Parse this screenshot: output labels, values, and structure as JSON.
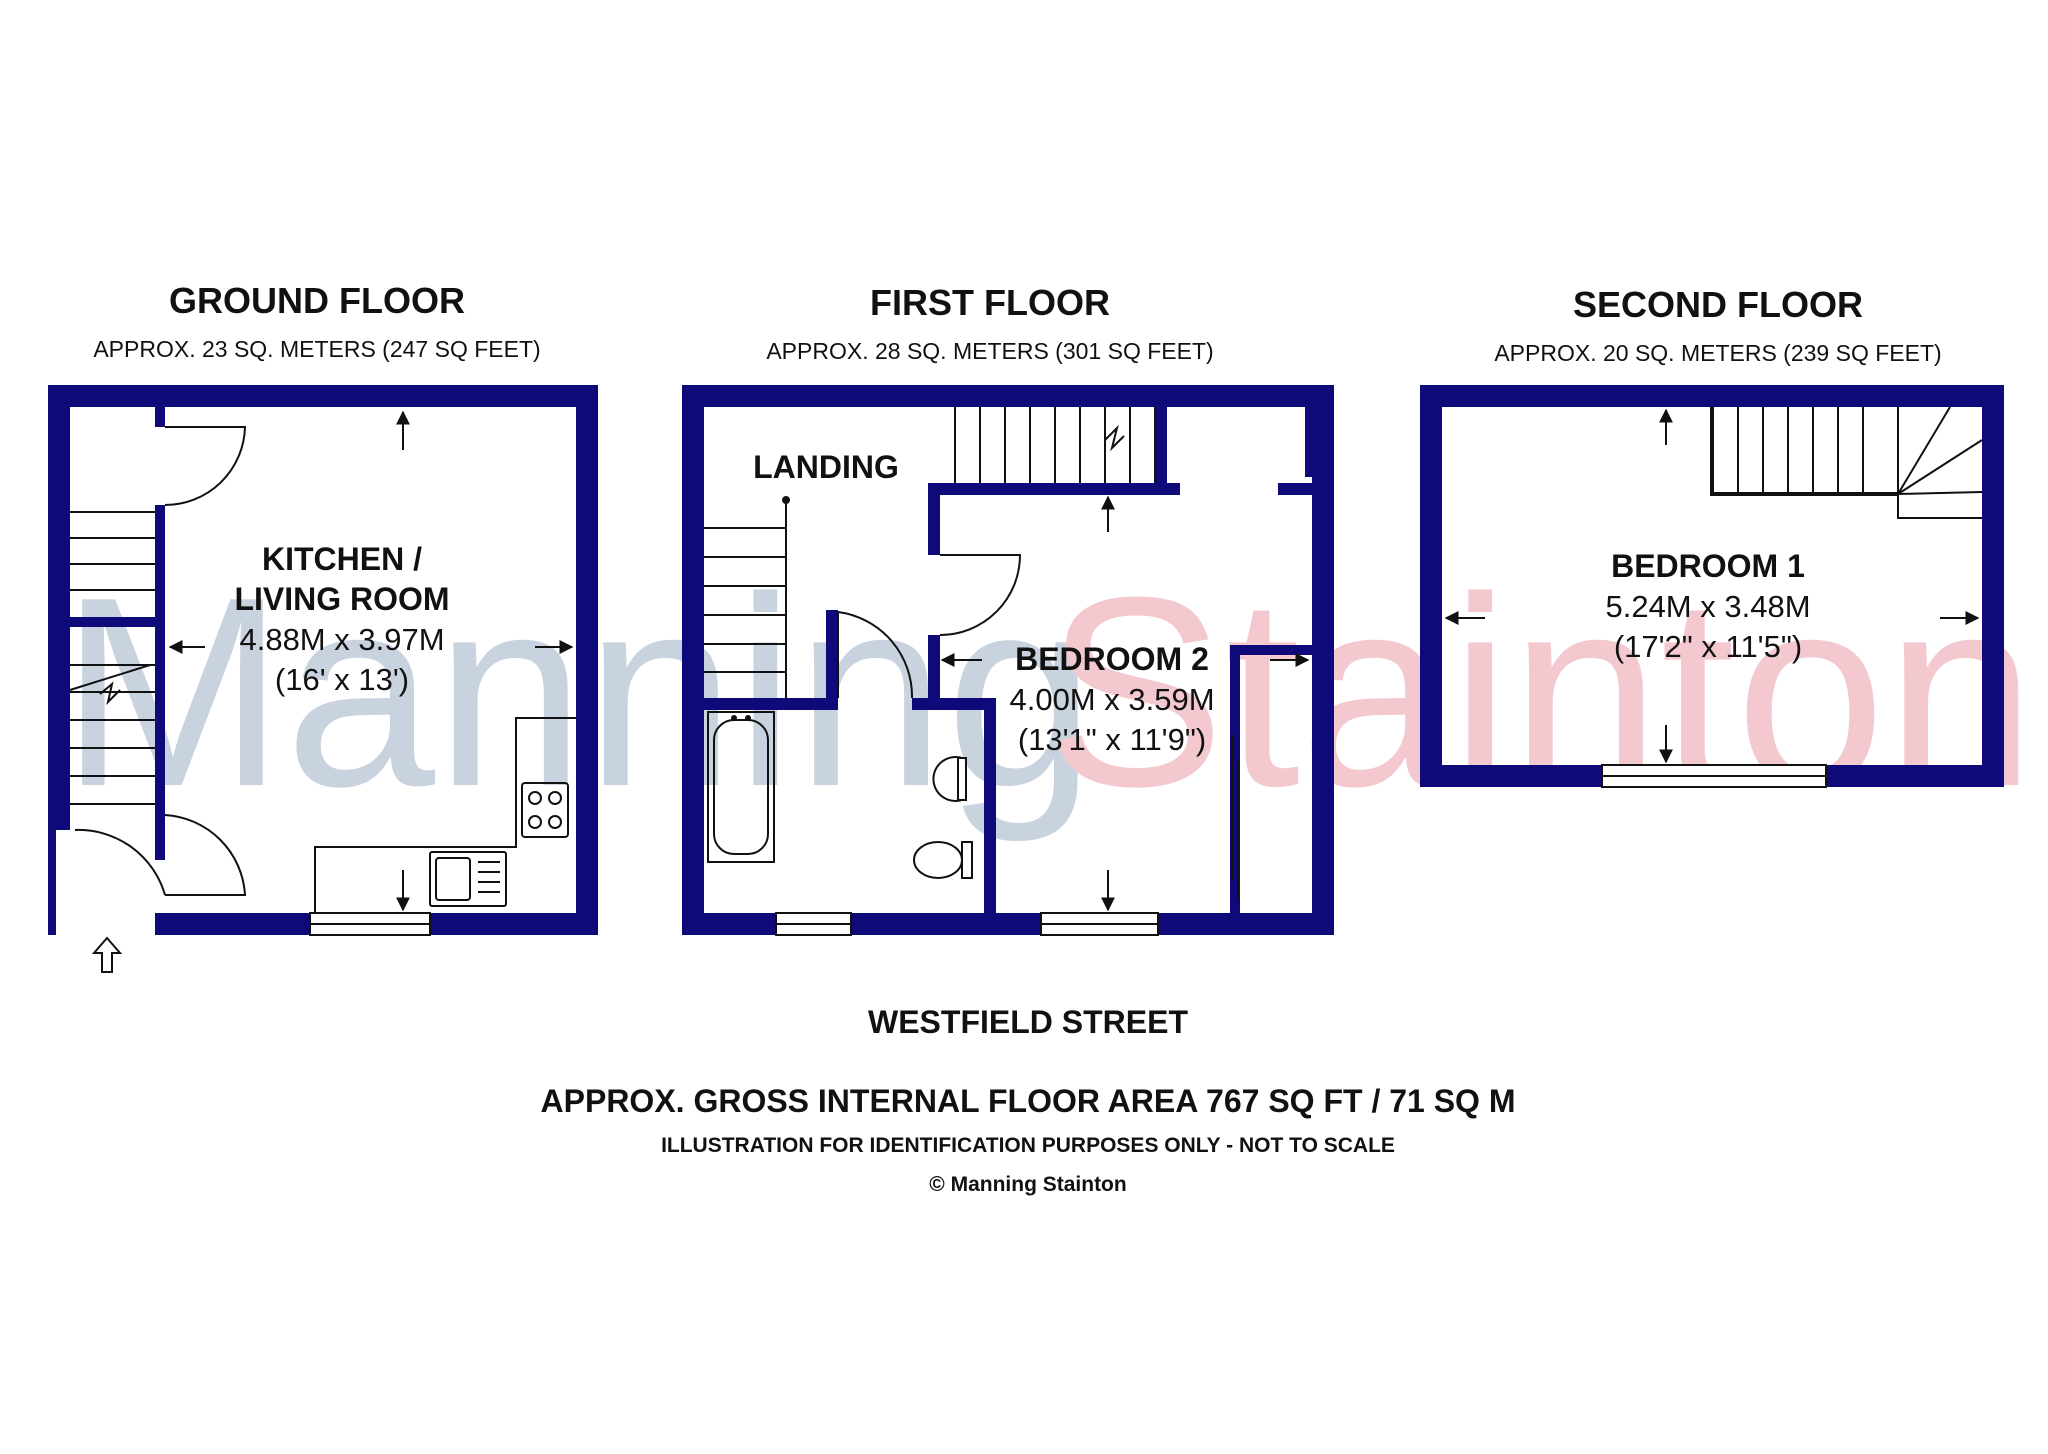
{
  "colors": {
    "wall": "#0e0a7a",
    "line": "#111111",
    "watermark_left": "#c9d3df",
    "watermark_right": "#f3c9cf"
  },
  "watermark": {
    "left": "Manning",
    "right": "Stainton"
  },
  "floors": {
    "ground": {
      "title": "GROUND FLOOR",
      "area": "APPROX. 23 SQ. METERS (247 SQ FEET)",
      "rooms": {
        "kitchen": {
          "name_line1": "KITCHEN /",
          "name_line2": "LIVING ROOM",
          "dim_metric": "4.88M x 3.97M",
          "dim_imperial": "(16' x 13')"
        }
      }
    },
    "first": {
      "title": "FIRST FLOOR",
      "area": "APPROX. 28 SQ. METERS (301 SQ FEET)",
      "rooms": {
        "landing": {
          "name": "LANDING"
        },
        "bedroom2": {
          "name": "BEDROOM 2",
          "dim_metric": "4.00M x 3.59M",
          "dim_imperial": "(13'1\" x 11'9\")"
        }
      }
    },
    "second": {
      "title": "SECOND FLOOR",
      "area": "APPROX. 20 SQ. METERS (239 SQ FEET)",
      "rooms": {
        "bedroom1": {
          "name": "BEDROOM 1",
          "dim_metric": "5.24M x 3.48M",
          "dim_imperial": "(17'2\" x 11'5\")"
        }
      }
    }
  },
  "footer": {
    "street": "WESTFIELD STREET",
    "total_area": "APPROX. GROSS INTERNAL FLOOR AREA 767 SQ FT / 71 SQ M",
    "disclaimer": "ILLUSTRATION FOR IDENTIFICATION PURPOSES ONLY - NOT TO SCALE",
    "copyright": "© Manning Stainton"
  },
  "icons": {
    "entrance": "up-arrow-outline-icon",
    "hob": "hob-icon",
    "sink": "sink-icon",
    "bath": "bath-icon",
    "wc": "toilet-icon",
    "basin": "basin-icon"
  }
}
